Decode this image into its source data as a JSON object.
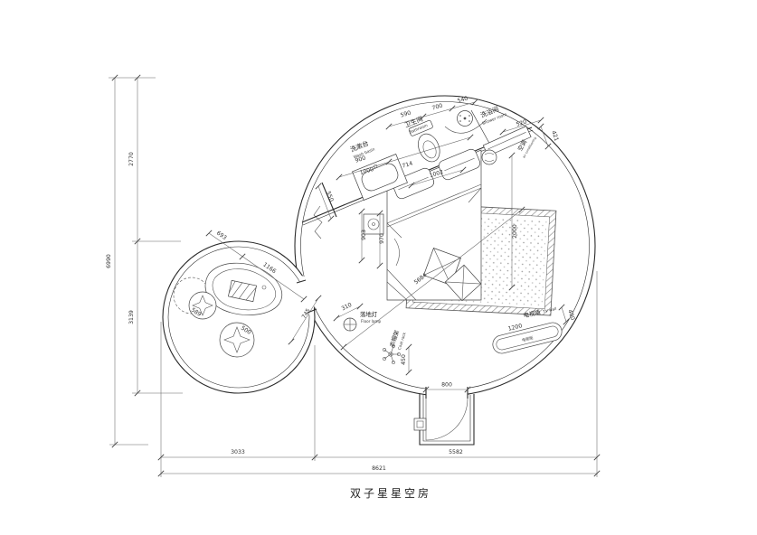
{
  "title": "双子星星空房",
  "dims": {
    "left_total": "6990",
    "left_upper": "2770",
    "left_lower": "3139",
    "bottom_left": "3033",
    "bottom_right": "5582",
    "bottom_total": "8621"
  },
  "rooms": {
    "washbasin": {
      "cn": "洗漱台",
      "en": "Wash basin"
    },
    "bathroom": {
      "cn": "卫生间",
      "en": "Bathroom"
    },
    "shower": {
      "cn": "洗浴间",
      "en": "Shower room"
    },
    "ac": {
      "cn": "空调",
      "en": "air conditioning"
    },
    "floor_lamp": {
      "cn": "落地灯",
      "en": "Floor lamp"
    },
    "coat_rack": {
      "cn": "衣帽架",
      "en": "Coat rack"
    },
    "tv_wall": {
      "cn": "电视墙",
      "en": "TV wall"
    },
    "tv_cabinet": {
      "cn": "电视柜"
    }
  },
  "measures": {
    "m590": "590",
    "m700": "700",
    "m540": "540",
    "m520": "520",
    "m421": "421",
    "m900": "900",
    "m1000": "1000",
    "m714": "714",
    "m1002": "1002",
    "m550": "550",
    "m903": "903",
    "m970": "970",
    "m2000": "2000",
    "m5684": "5684",
    "m745": "745",
    "m310": "310",
    "m450": "450",
    "m400": "400",
    "m1200": "1200",
    "m800": "800",
    "m693": "693",
    "m1166": "1166",
    "m589": "589",
    "m500": "500"
  }
}
